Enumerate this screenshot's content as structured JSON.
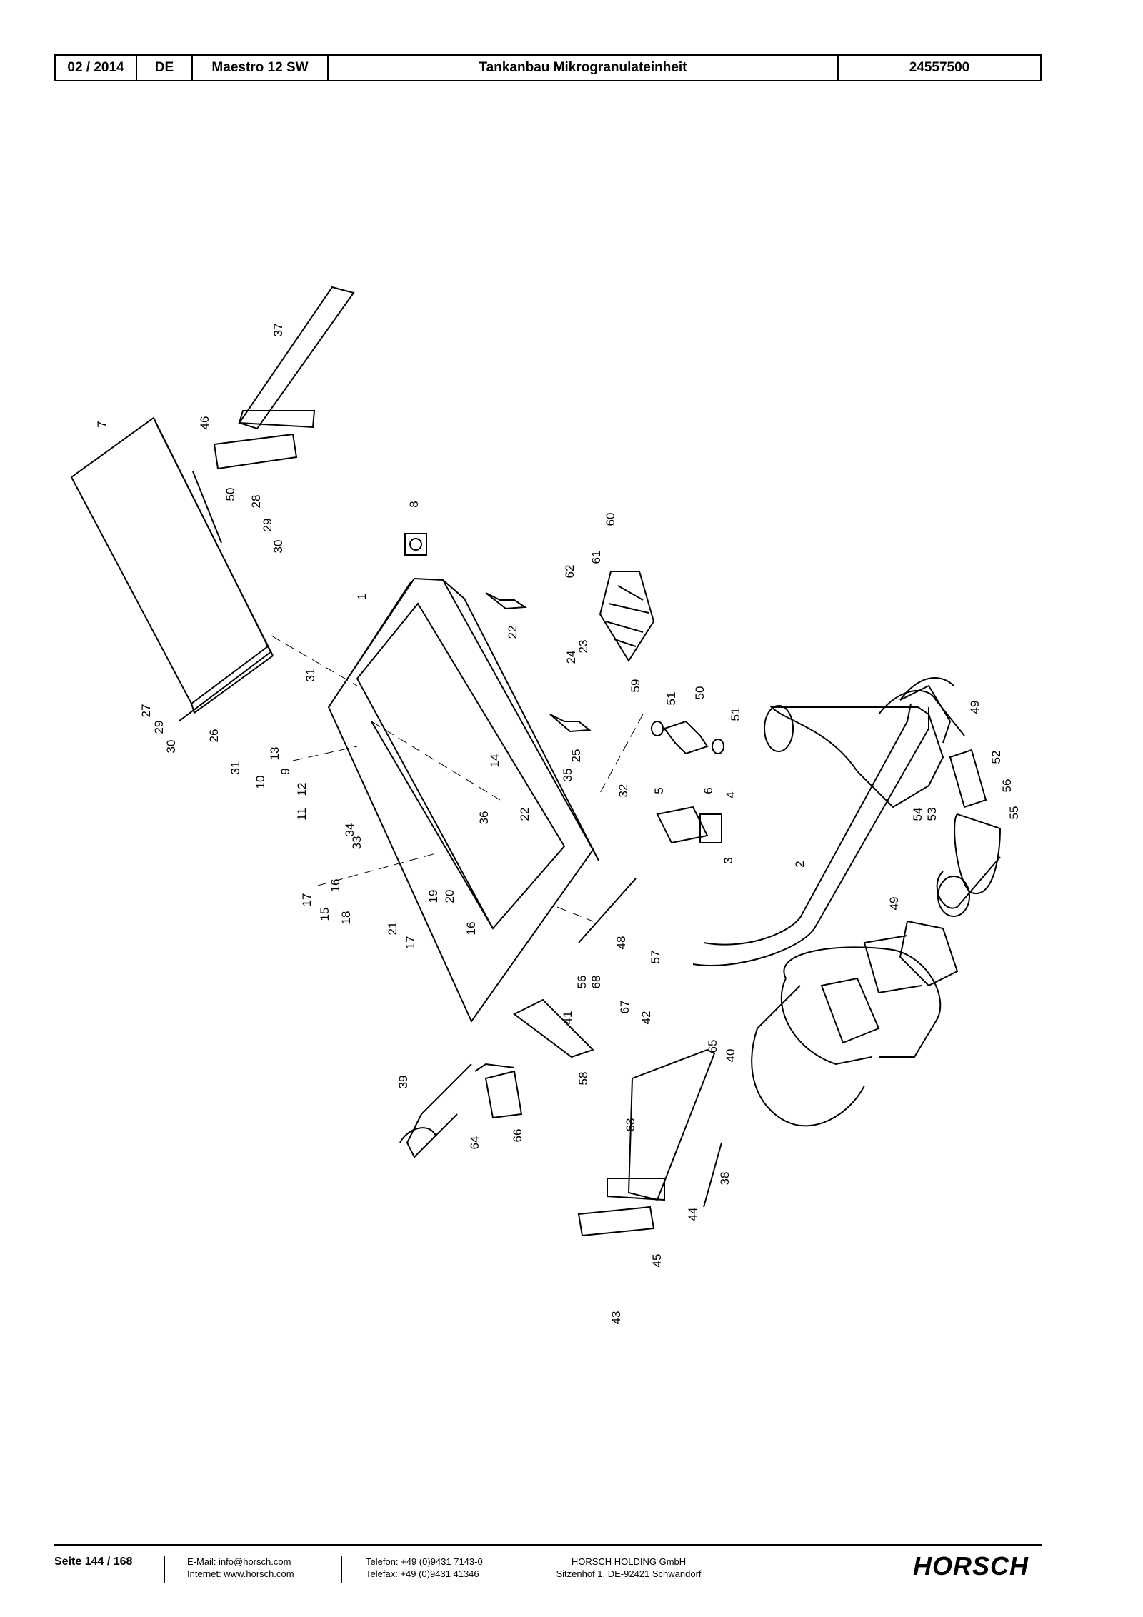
{
  "header": {
    "date": "02 / 2014",
    "language": "DE",
    "model": "Maestro 12 SW",
    "title": "Tankanbau Mikrogranulateinheit",
    "part_number": "24557500"
  },
  "callouts": [
    "37",
    "46",
    "7",
    "50",
    "28",
    "29",
    "30",
    "8",
    "60",
    "61",
    "62",
    "1",
    "22",
    "24",
    "23",
    "59",
    "51",
    "50",
    "51",
    "49",
    "52",
    "56",
    "55",
    "54",
    "53",
    "27",
    "29",
    "30",
    "26",
    "31",
    "31",
    "10",
    "13",
    "9",
    "12",
    "11",
    "14",
    "35",
    "25",
    "22",
    "36",
    "34",
    "33",
    "16",
    "17",
    "15",
    "18",
    "19",
    "20",
    "21",
    "17",
    "16",
    "32",
    "5",
    "6",
    "4",
    "3",
    "2",
    "48",
    "57",
    "49",
    "56",
    "68",
    "67",
    "42",
    "41",
    "58",
    "65",
    "40",
    "39",
    "64",
    "66",
    "63",
    "38",
    "44",
    "45",
    "43",
    "46"
  ],
  "footer": {
    "page": "Seite 144 / 168",
    "email": "E-Mail: info@horsch.com",
    "internet": "Internet: www.horsch.com",
    "phone": "Telefon: +49 (0)9431 7143-0",
    "fax": "Telefax: +49 (0)9431 41346",
    "company": "HORSCH HOLDING GmbH",
    "address": "Sitzenhof 1, DE-92421 Schwandorf",
    "logo": "HORSCH"
  }
}
